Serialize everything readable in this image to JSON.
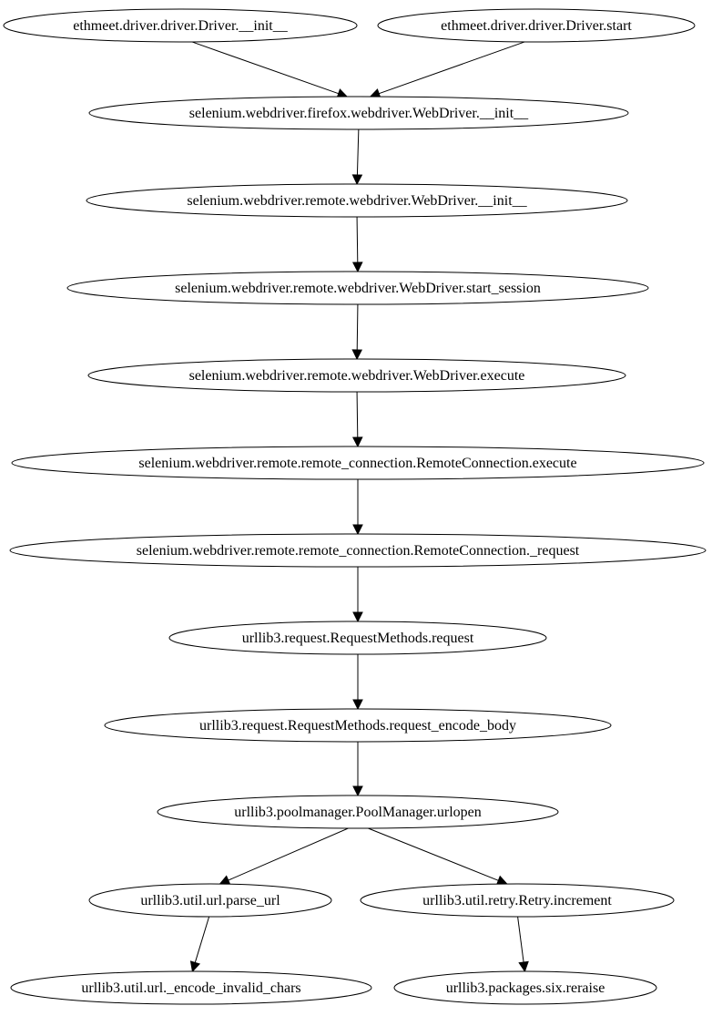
{
  "graph": {
    "nodes": [
      {
        "id": "n1",
        "label": "ethmeet.driver.driver.Driver.__init__"
      },
      {
        "id": "n2",
        "label": "ethmeet.driver.driver.Driver.start"
      },
      {
        "id": "n3",
        "label": "selenium.webdriver.firefox.webdriver.WebDriver.__init__"
      },
      {
        "id": "n4",
        "label": "selenium.webdriver.remote.webdriver.WebDriver.__init__"
      },
      {
        "id": "n5",
        "label": "selenium.webdriver.remote.webdriver.WebDriver.start_session"
      },
      {
        "id": "n6",
        "label": "selenium.webdriver.remote.webdriver.WebDriver.execute"
      },
      {
        "id": "n7",
        "label": "selenium.webdriver.remote.remote_connection.RemoteConnection.execute"
      },
      {
        "id": "n8",
        "label": "selenium.webdriver.remote.remote_connection.RemoteConnection._request"
      },
      {
        "id": "n9",
        "label": "urllib3.request.RequestMethods.request"
      },
      {
        "id": "n10",
        "label": "urllib3.request.RequestMethods.request_encode_body"
      },
      {
        "id": "n11",
        "label": "urllib3.poolmanager.PoolManager.urlopen"
      },
      {
        "id": "n12",
        "label": "urllib3.util.url.parse_url"
      },
      {
        "id": "n13",
        "label": "urllib3.util.retry.Retry.increment"
      },
      {
        "id": "n14",
        "label": "urllib3.util.url._encode_invalid_chars"
      },
      {
        "id": "n15",
        "label": "urllib3.packages.six.reraise"
      }
    ],
    "edges": [
      {
        "from": "n1",
        "to": "n3"
      },
      {
        "from": "n2",
        "to": "n3"
      },
      {
        "from": "n3",
        "to": "n4"
      },
      {
        "from": "n4",
        "to": "n5"
      },
      {
        "from": "n5",
        "to": "n6"
      },
      {
        "from": "n6",
        "to": "n7"
      },
      {
        "from": "n7",
        "to": "n8"
      },
      {
        "from": "n8",
        "to": "n9"
      },
      {
        "from": "n9",
        "to": "n10"
      },
      {
        "from": "n10",
        "to": "n11"
      },
      {
        "from": "n11",
        "to": "n12"
      },
      {
        "from": "n11",
        "to": "n13"
      },
      {
        "from": "n12",
        "to": "n14"
      },
      {
        "from": "n13",
        "to": "n15"
      }
    ]
  }
}
